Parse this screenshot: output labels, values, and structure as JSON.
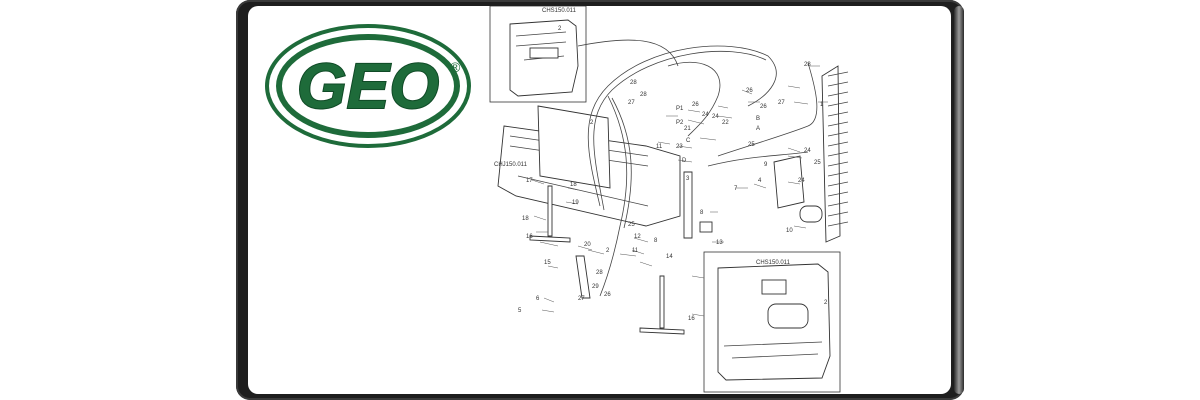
{
  "brand": {
    "logo_text": "GEO",
    "registered_mark": "®",
    "colors": {
      "green": "#1e6b3a",
      "dark_green": "#0f4a26",
      "frame": "#1e1e1e",
      "white": "#ffffff"
    }
  },
  "diagram": {
    "inset_top_code": "CHS150.011",
    "inset_bottom_code": "CHS150.011",
    "frame_code": "CHJ150.011",
    "letters": [
      "A",
      "B",
      "C",
      "D",
      "P1",
      "P2"
    ],
    "callouts": [
      "1",
      "2",
      "2",
      "2",
      "3",
      "4",
      "6",
      "7",
      "8",
      "9",
      "10",
      "11",
      "12",
      "13",
      "14",
      "15",
      "16",
      "17",
      "18",
      "18",
      "19",
      "20",
      "21",
      "22",
      "23",
      "24",
      "24",
      "24",
      "25",
      "25",
      "25",
      "26",
      "26",
      "26",
      "27",
      "27",
      "28",
      "28",
      "28",
      "29"
    ]
  }
}
